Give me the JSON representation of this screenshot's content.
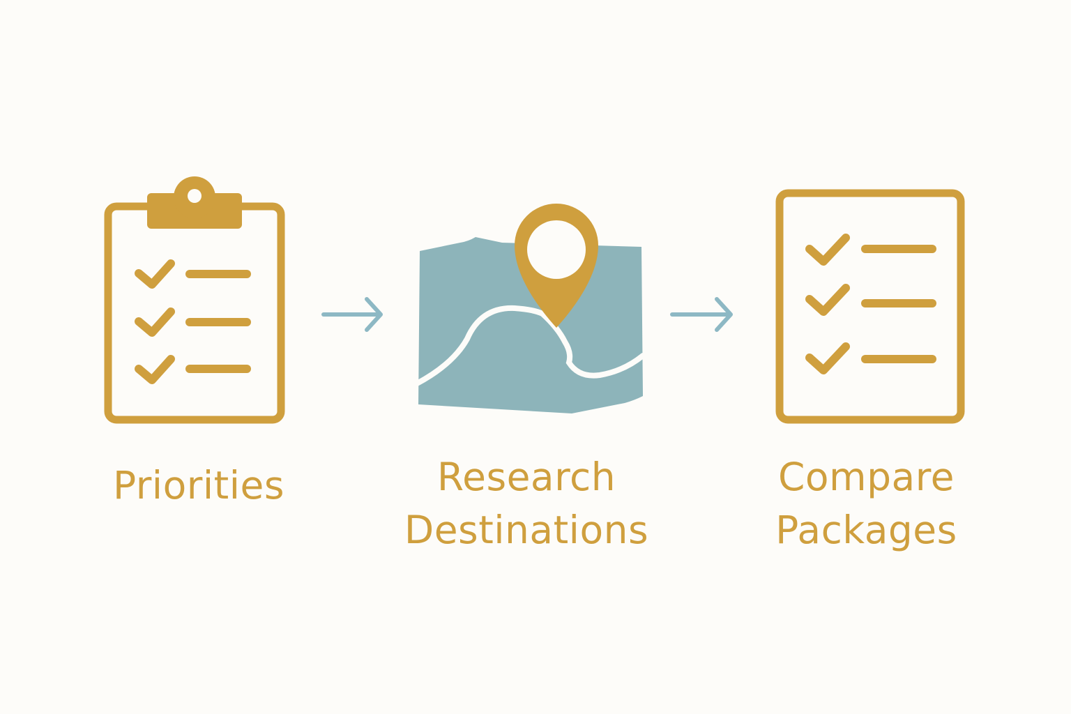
{
  "colors": {
    "background": "#fdfcf9",
    "accent_gold": "#cf9f3e",
    "accent_teal": "#8db4ba",
    "arrow": "#8db8c4"
  },
  "steps": [
    {
      "icon": "clipboard-checklist-icon",
      "label_lines": [
        "Priorities"
      ]
    },
    {
      "icon": "map-pin-route-icon",
      "label_lines": [
        "Research",
        "Destinations"
      ]
    },
    {
      "icon": "checklist-document-icon",
      "label_lines": [
        "Compare",
        "Packages"
      ]
    }
  ],
  "connectors": [
    {
      "icon": "arrow-right-icon",
      "from": "Priorities",
      "to": "Research Destinations"
    },
    {
      "icon": "arrow-right-icon",
      "from": "Research Destinations",
      "to": "Compare Packages"
    }
  ]
}
